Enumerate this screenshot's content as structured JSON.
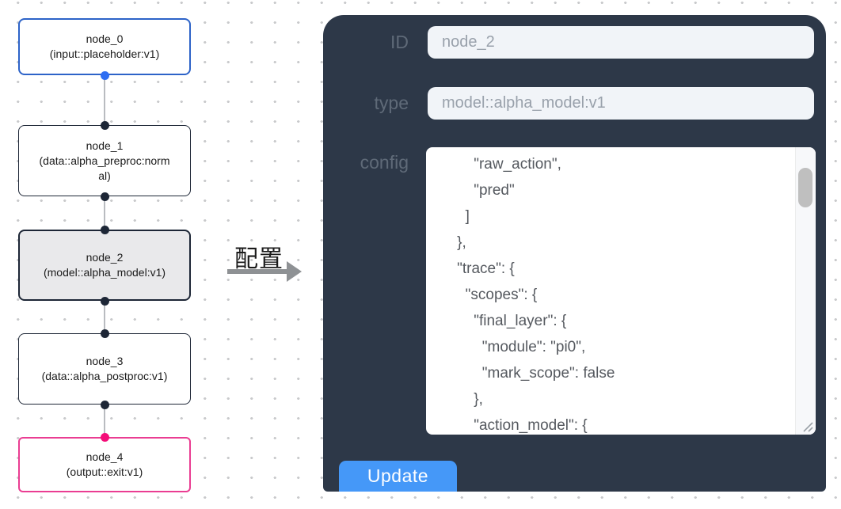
{
  "flowchart": {
    "nodes": [
      {
        "id": "node_0",
        "type": "(input::placeholder:v1)"
      },
      {
        "id": "node_1",
        "type": "(data::alpha_preproc:normal)"
      },
      {
        "id": "node_2",
        "type": "(model::alpha_model:v1)"
      },
      {
        "id": "node_3",
        "type": "(data::alpha_postproc:v1)"
      },
      {
        "id": "node_4",
        "type": "(output::exit:v1)"
      }
    ],
    "colors": {
      "input_node_border": "#2d63c8",
      "input_port": "#2e6ef2",
      "default_node_border": "#1d2636",
      "selected_node_fill": "#e9e9eb",
      "output_node_border": "#ea3d92",
      "output_port": "#f40d78",
      "edge": "#b9bcc0"
    }
  },
  "transition": {
    "label": "配置",
    "arrow_color": "#8e9194"
  },
  "panel": {
    "background": "#2d3848",
    "fields": {
      "id": {
        "label": "ID",
        "value": "node_2"
      },
      "type": {
        "label": "type",
        "value": "model::alpha_model:v1"
      }
    },
    "config": {
      "label": "config",
      "text": "        \"raw_action\",\n        \"pred\"\n      ]\n    },\n    \"trace\": {\n      \"scopes\": {\n        \"final_layer\": {\n          \"module\": \"pi0\",\n          \"mark_scope\": false\n        },\n        \"action_model\": {"
    },
    "update_button": {
      "label": "Update",
      "color": "#4598f8"
    }
  }
}
